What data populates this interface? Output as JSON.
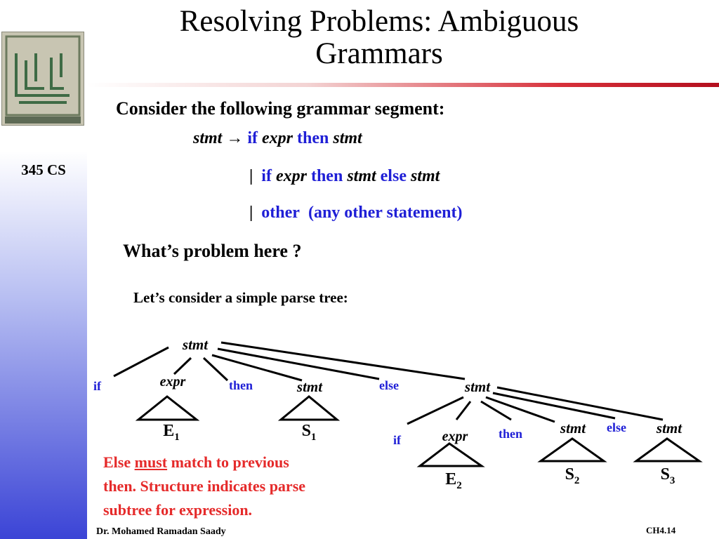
{
  "slide": {
    "title_line1": "Resolving Problems: Ambiguous",
    "title_line2": "Grammars",
    "course": "345 CS",
    "intro": "Consider the following grammar segment:",
    "grammar": {
      "lhs": "stmt",
      "arrow": "→",
      "bar": "|",
      "if": "if",
      "expr": "expr",
      "then": "then",
      "stmt": "stmt",
      "else": "else",
      "other": "other",
      "other_note": "(any other statement)"
    },
    "question": "What’s problem here ?",
    "parse_intro": "Let’s consider a simple parse tree:",
    "note": {
      "part1": "Else ",
      "must": "must",
      "part2": " match to previous",
      "line2": "then.  Structure indicates parse",
      "line3": "subtree for expression."
    },
    "footer_author": "Dr. Mohamed Ramadan Saady",
    "footer_page": "CH4.14"
  },
  "tree": {
    "stmt": "stmt",
    "expr": "expr",
    "if": "if",
    "then": "then",
    "else": "else",
    "E": "E",
    "S": "S",
    "sub1": "1",
    "sub2": "2",
    "sub3": "3"
  },
  "colors": {
    "keyword_blue": "#1f1fd6",
    "note_red": "#e52a2a",
    "rule_red": "#b30f1e"
  }
}
